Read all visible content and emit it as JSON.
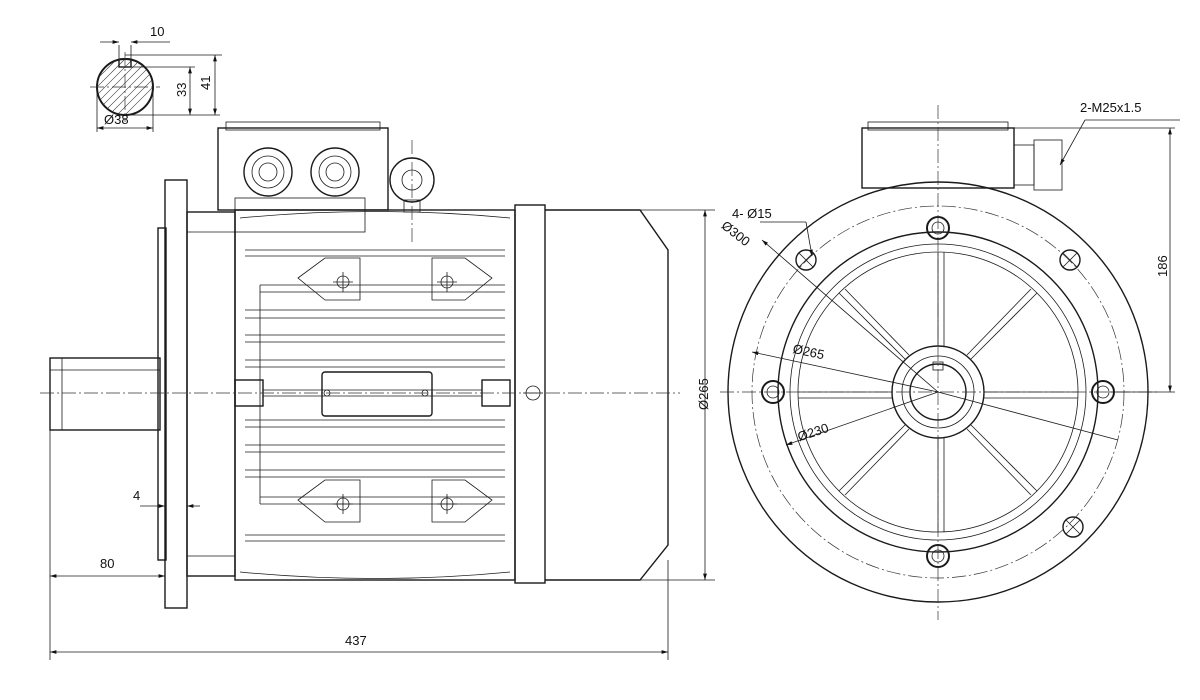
{
  "dimensions": {
    "key_width": "10",
    "key_depth": "33",
    "shaft_height": "41",
    "shaft_dia": "Ø38",
    "shaft_length": "80",
    "flange_thk": "4",
    "overall_length": "437",
    "body_dia": "Ø265",
    "cable_glands": "2-M25x1.5",
    "holes": "4-  Ø15",
    "flange_od": "Ø300",
    "pcd": "Ø265",
    "spigot": "Ø230",
    "terminal_height": "186"
  },
  "colors": {
    "line": "#1a1a1a",
    "background": "#ffffff"
  }
}
